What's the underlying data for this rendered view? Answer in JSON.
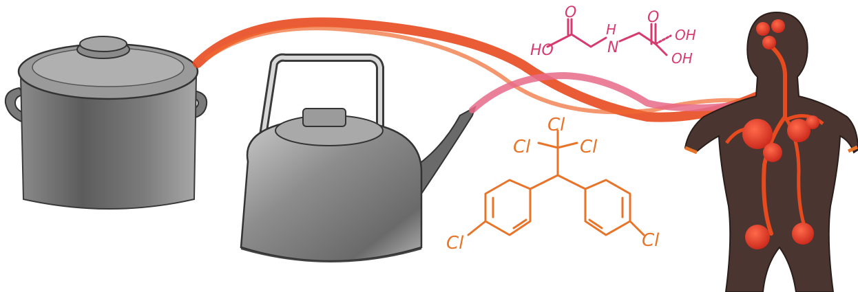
{
  "illustration": {
    "glyphosate": {
      "labels": [
        "O",
        "O",
        "HO",
        "H",
        "N",
        "OH",
        "OH"
      ],
      "color": "#d63a6e"
    },
    "ddt": {
      "labels": [
        "Cl",
        "Cl",
        "Cl",
        "Cl",
        "Cl"
      ],
      "color": "#e8742a"
    },
    "colors": {
      "stream_red": "#e84a1f",
      "stream_pink": "#e86a8a",
      "body_dark": "#4a3530",
      "organ_red": "#e0301e",
      "pot_gray": "#6f6f6f"
    },
    "icons": [
      "cooking-pot-icon",
      "kettle-icon",
      "human-body-icon",
      "molecule-icon"
    ]
  }
}
